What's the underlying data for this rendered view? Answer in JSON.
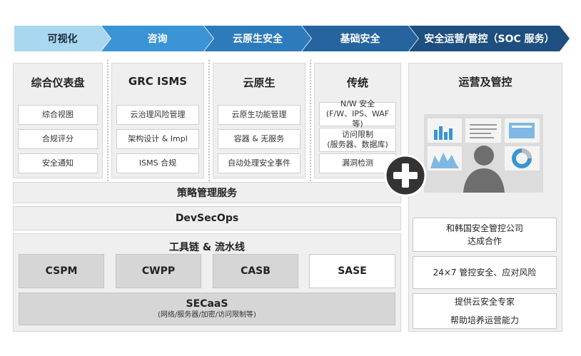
{
  "stages": [
    {
      "label": "可视化"
    },
    {
      "label": "咨询"
    },
    {
      "label": "云原生安全"
    },
    {
      "label": "基础安全"
    },
    {
      "label": "安全运营/管控（SOC 服务）"
    }
  ],
  "columns": [
    {
      "title": "综合仪表盘",
      "items": [
        "综合视图",
        "合规评分",
        "安全通知"
      ]
    },
    {
      "title": "GRC ISMS",
      "items": [
        "云治理风险管理",
        "架构设计 & Impl",
        "ISMS 合规"
      ]
    },
    {
      "title": "云原生",
      "items": [
        "云原生功能管理",
        "容器 & 无服务",
        "自动处理安全事件"
      ]
    },
    {
      "title": "传统",
      "items": [
        {
          "line1": "N/W 安全",
          "line2": "(F/W、IPS、WAF 等)"
        },
        {
          "line1": "访问限制",
          "line2": "(服务器、数据库)"
        },
        {
          "line1": "漏洞检测",
          "line2": ""
        }
      ]
    }
  ],
  "policy_bar": "策略管理服务",
  "devsecops_bar": "DevSecOps",
  "toolchain": {
    "title": "工具链 & 流水线",
    "tools": [
      "CSPM",
      "CWPP",
      "CASB",
      "SASE"
    ],
    "secaas": {
      "title": "SECaaS",
      "subtitle": "(网络/服务器/加密/访问限制等)"
    }
  },
  "operations": {
    "title": "运营及管控",
    "boxes": [
      {
        "line1": "和韩国安全管控公司",
        "line2": "达成合作"
      },
      {
        "line1": "24×7 管控安全、应对风险",
        "line2": ""
      },
      {
        "line1": "提供云安全专家",
        "line2": "帮助培养运营能力"
      }
    ]
  },
  "colors": {
    "stage_1": "#a9d7f0",
    "stage_2": "#3a94d6",
    "stage_3": "#2d7bbd",
    "stage_4": "#25649f",
    "stage_5": "#1d4f80",
    "panel": "#efefef",
    "tool": "#d6d6d6",
    "plus_circle": "#333333"
  },
  "icons": [
    "plus-icon",
    "operator-monitor-wall-icon"
  ]
}
